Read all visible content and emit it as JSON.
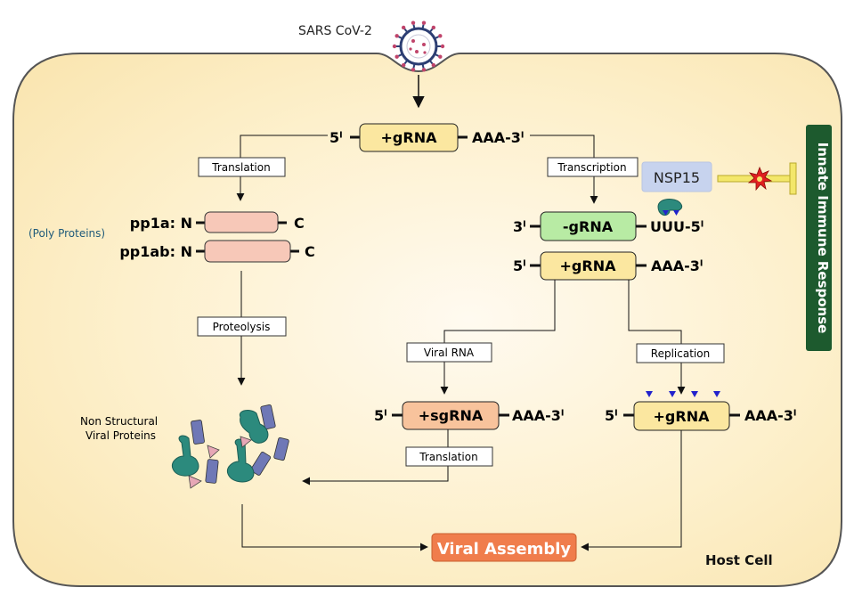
{
  "virus_label": "SARS CoV-2",
  "cell_label": "Host Cell",
  "immune_label": "Innate Immune Response",
  "nsp15_label": "NSP15",
  "poly_proteins_label": "(Poly Proteins)",
  "nonstructural_label": [
    "Non Structural",
    "Viral Proteins"
  ],
  "assembly_label": "Viral Assembly",
  "top_strand": {
    "five": "5ˡ",
    "name": "+gRNA",
    "three": "AAA-3ˡ"
  },
  "neg_strand": {
    "three": "3ˡ",
    "name": "-gRNA",
    "five": "UUU-5ˡ"
  },
  "pos_strand": {
    "five": "5ˡ",
    "name": "+gRNA",
    "three": "AAA-3ˡ"
  },
  "sg_strand": {
    "five": "5ˡ",
    "name": "+sgRNA",
    "three": "AAA-3ˡ"
  },
  "rep_strand": {
    "five": "5ˡ",
    "name": "+gRNA",
    "three": "AAA-3ˡ"
  },
  "pp1a": {
    "label": "pp1a: N",
    "end": "C"
  },
  "pp1ab": {
    "label": "pp1ab: N",
    "end": "C"
  },
  "steps": {
    "translation_top": "Translation",
    "transcription": "Transcription",
    "proteolysis": "Proteolysis",
    "viral_rna": "Viral RNA",
    "replication": "Replication",
    "translation_bottom": "Translation"
  },
  "colors": {
    "cell_fill": "#fcefc8",
    "cell_border": "#555555",
    "pos_rna": "#fbe7a0",
    "neg_rna": "#b8eba4",
    "sg_rna": "#f8c39c",
    "poly_protein": "#f7c8b8",
    "assembly": "#f07d4c",
    "immune": "#1d5a2e",
    "nsp15": "#c7d3ee",
    "protein_teal": "#2c8a7d",
    "protein_blue": "#6f78b6",
    "protein_pink": "#e6a7b6"
  }
}
